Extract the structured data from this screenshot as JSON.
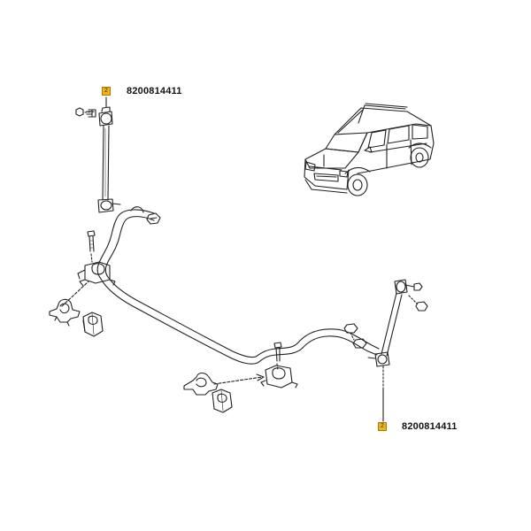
{
  "callouts": [
    {
      "badge": "2",
      "part_number": "8200814411"
    },
    {
      "badge": "2",
      "part_number": "8200814411"
    }
  ],
  "colors": {
    "line": "#222222",
    "badge": "#f3b315",
    "background": "#ffffff"
  }
}
